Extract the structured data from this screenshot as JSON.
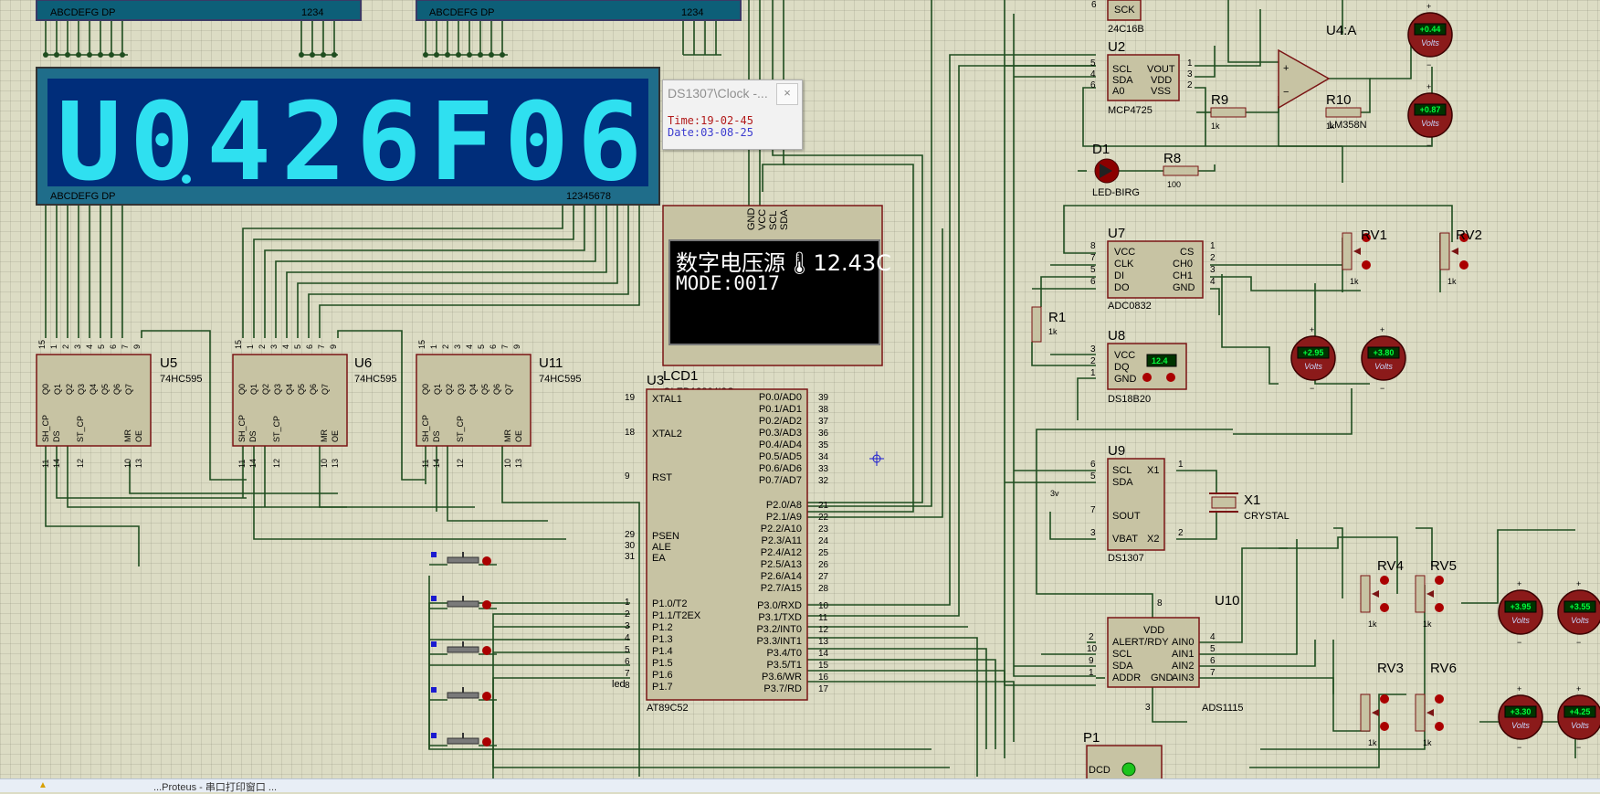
{
  "display_7seg": {
    "digits": [
      "U",
      "0",
      "4",
      "2",
      "6",
      "F",
      "0",
      "6"
    ],
    "label_left": "ABCDEFG  DP",
    "label_right": "12345678",
    "top_left_label": "ABCDEFG  DP",
    "top_left_num": "1234",
    "top_mid_label": "ABCDEFG  DP",
    "top_mid_num": "1234"
  },
  "popup": {
    "title": "DS1307\\Clock -...",
    "close": "×",
    "time_label": "Time:",
    "time_value": "19-02-45",
    "date_label": "Date:",
    "date_value": "03-08-25"
  },
  "oled": {
    "line1": "数字电压源🌡12.43C",
    "line2": "MODE:0017",
    "ref": "LCD1",
    "part": "OLED12864I2C",
    "pins": [
      "GND",
      "VCC",
      "SCL",
      "SDA"
    ]
  },
  "u3": {
    "ref": "U3",
    "part": "AT89C52",
    "left_pins": [
      {
        "n": "19",
        "name": "XTAL1"
      },
      {
        "n": "18",
        "name": "XTAL2"
      },
      {
        "n": "9",
        "name": "RST"
      },
      {
        "n": "29",
        "name": "PSEN"
      },
      {
        "n": "30",
        "name": "ALE"
      },
      {
        "n": "31",
        "name": "EA"
      },
      {
        "n": "1",
        "name": "P1.0/T2"
      },
      {
        "n": "2",
        "name": "P1.1/T2EX"
      },
      {
        "n": "3",
        "name": "P1.2"
      },
      {
        "n": "4",
        "name": "P1.3"
      },
      {
        "n": "5",
        "name": "P1.4"
      },
      {
        "n": "6",
        "name": "P1.5"
      },
      {
        "n": "7",
        "name": "P1.6"
      },
      {
        "n": "8",
        "name": "P1.7"
      }
    ],
    "right_pins": [
      {
        "n": "39",
        "name": "P0.0/AD0"
      },
      {
        "n": "38",
        "name": "P0.1/AD1"
      },
      {
        "n": "37",
        "name": "P0.2/AD2"
      },
      {
        "n": "36",
        "name": "P0.3/AD3"
      },
      {
        "n": "35",
        "name": "P0.4/AD4"
      },
      {
        "n": "34",
        "name": "P0.5/AD5"
      },
      {
        "n": "33",
        "name": "P0.6/AD6"
      },
      {
        "n": "32",
        "name": "P0.7/AD7"
      },
      {
        "n": "21",
        "name": "P2.0/A8"
      },
      {
        "n": "22",
        "name": "P2.1/A9"
      },
      {
        "n": "23",
        "name": "P2.2/A10"
      },
      {
        "n": "24",
        "name": "P2.3/A11"
      },
      {
        "n": "25",
        "name": "P2.4/A12"
      },
      {
        "n": "26",
        "name": "P2.5/A13"
      },
      {
        "n": "27",
        "name": "P2.6/A14"
      },
      {
        "n": "28",
        "name": "P2.7/A15"
      },
      {
        "n": "10",
        "name": "P3.0/RXD"
      },
      {
        "n": "11",
        "name": "P3.1/TXD"
      },
      {
        "n": "12",
        "name": "P3.2/INT0"
      },
      {
        "n": "13",
        "name": "P3.3/INT1"
      },
      {
        "n": "14",
        "name": "P3.4/T0"
      },
      {
        "n": "15",
        "name": "P3.5/T1"
      },
      {
        "n": "16",
        "name": "P3.6/WR"
      },
      {
        "n": "17",
        "name": "P3.7/RD"
      }
    ],
    "led_label": "led"
  },
  "shift_regs": [
    {
      "ref": "U5",
      "part": "74HC595"
    },
    {
      "ref": "U6",
      "part": "74HC595"
    },
    {
      "ref": "U11",
      "part": "74HC595"
    }
  ],
  "shift_pins_top": [
    "Q0",
    "Q1",
    "Q2",
    "Q3",
    "Q4",
    "Q5",
    "Q6",
    "Q7"
  ],
  "shift_pin_nums_top": [
    "15",
    "1",
    "2",
    "3",
    "4",
    "5",
    "6",
    "7",
    "9"
  ],
  "shift_pins_bottom": [
    "SH_CP",
    "DS",
    "ST_CP",
    "MR",
    "OE"
  ],
  "shift_pin_nums_bottom": [
    "11",
    "14",
    "12",
    "10",
    "13"
  ],
  "parts": {
    "u2": {
      "ref": "U2",
      "part": "MCP4725",
      "pins_l": [
        "SCL",
        "SDA",
        "A0"
      ],
      "pins_r": [
        "VOUT",
        "VDD",
        "VSS"
      ],
      "nums_l": [
        "5",
        "4",
        "6"
      ],
      "nums_r": [
        "1",
        "3",
        "2"
      ]
    },
    "u4": {
      "ref": "U4:A",
      "part": "LM358N"
    },
    "u7": {
      "ref": "U7",
      "part": "ADC0832",
      "pins_l": [
        "VCC",
        "CLK",
        "DI",
        "DO"
      ],
      "pins_r": [
        "CS",
        "CH0",
        "CH1",
        "GND"
      ],
      "nums_l": [
        "8",
        "7",
        "5",
        "6"
      ],
      "nums_r": [
        "1",
        "2",
        "3",
        "4"
      ]
    },
    "u8": {
      "ref": "U8",
      "part": "DS18B20",
      "pins": [
        "VCC",
        "DQ",
        "GND"
      ],
      "nums": [
        "3",
        "2",
        "1"
      ],
      "temp": "12.4"
    },
    "u9": {
      "ref": "U9",
      "part": "DS1307",
      "pins_l": [
        "SCL",
        "SDA",
        "SOUT",
        "VBAT"
      ],
      "pins_r": [
        "X1",
        "X2"
      ],
      "nums_l": [
        "6",
        "5",
        "7",
        "3"
      ],
      "nums_r": [
        "1",
        "2"
      ],
      "vbat": "3v"
    },
    "u10": {
      "ref": "U10",
      "part": "ADS1115",
      "pins_l": [
        "ALERT/RDY",
        "SCL",
        "SDA",
        "ADDR"
      ],
      "pins_r": [
        "AIN0",
        "AIN1",
        "AIN2",
        "AIN3"
      ],
      "vdd": "VDD",
      "gnd": "GND",
      "nums_l": [
        "2",
        "10",
        "9",
        "1"
      ],
      "nums_r": [
        "4",
        "5",
        "6",
        "7"
      ],
      "n8": "8",
      "n3": "3"
    },
    "eeprom": {
      "part": "24C16B",
      "pin": "SCK",
      "num": "6"
    },
    "x1": {
      "ref": "X1",
      "part": "CRYSTAL"
    },
    "d1": {
      "ref": "D1",
      "part": "LED-BIRG"
    },
    "r1": {
      "ref": "R1",
      "val": "1k"
    },
    "r8": {
      "ref": "R8",
      "val": "100"
    },
    "r9": {
      "ref": "R9",
      "val": "1k"
    },
    "r10": {
      "ref": "R10",
      "val": "1k"
    },
    "rv1": {
      "ref": "RV1",
      "val": "1k"
    },
    "rv2": {
      "ref": "RV2",
      "val": "1k"
    },
    "rv3": {
      "ref": "RV3",
      "val": "1k"
    },
    "rv4": {
      "ref": "RV4",
      "val": "1k"
    },
    "rv5": {
      "ref": "RV5",
      "val": "1k"
    },
    "rv6": {
      "ref": "RV6",
      "val": "1k"
    },
    "p1": {
      "ref": "P1",
      "pin": "DCD"
    }
  },
  "voltmeters": [
    {
      "value": "+0.44",
      "unit": "Volts"
    },
    {
      "value": "+0.87",
      "unit": "Volts"
    },
    {
      "value": "+2.95",
      "unit": "Volts"
    },
    {
      "value": "+3.80",
      "unit": "Volts"
    },
    {
      "value": "+3.95",
      "unit": "Volts"
    },
    {
      "value": "+3.55",
      "unit": "Volts"
    },
    {
      "value": "+3.30",
      "unit": "Volts"
    },
    {
      "value": "+4.25",
      "unit": "Volts"
    }
  ],
  "taskbar": {
    "text": "...Proteus - 串口打印窗口 ..."
  }
}
